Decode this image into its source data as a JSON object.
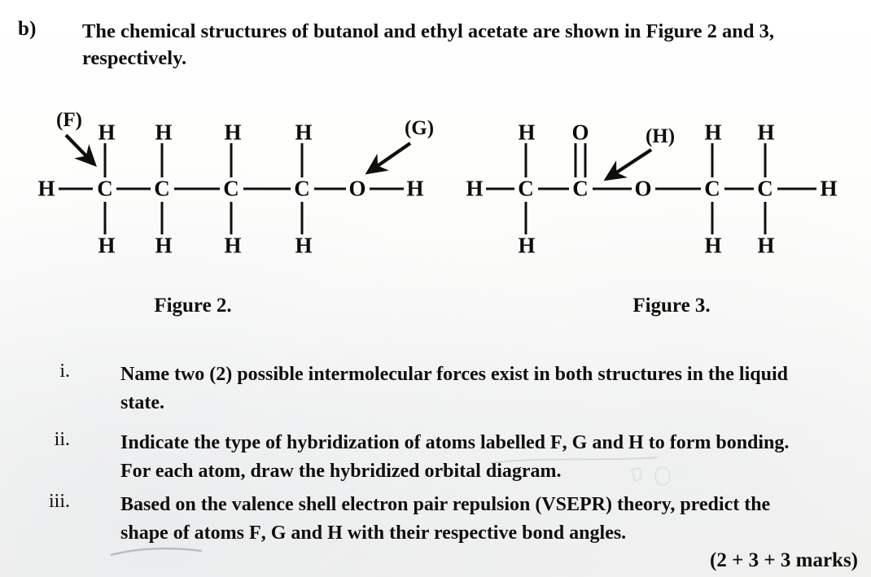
{
  "question": {
    "letter": "b)",
    "intro_line1": "The chemical structures of butanol and ethyl acetate are shown in Figure 2 and 3,",
    "intro_line2": "respectively."
  },
  "figures": [
    {
      "id": "figure-2",
      "caption": "Figure 2.",
      "molecule": "butanol",
      "chain": [
        "H",
        "C",
        "C",
        "C",
        "C",
        "O",
        "H"
      ],
      "top_substituents": [
        "H",
        "H",
        "H",
        "H"
      ],
      "bottom_substituents": [
        "H",
        "H",
        "H",
        "H"
      ],
      "annotations": [
        {
          "label": "(F)",
          "points_to": "first-carbon"
        },
        {
          "label": "(G)",
          "points_to": "hydroxyl-oxygen"
        }
      ]
    },
    {
      "id": "figure-3",
      "caption": "Figure 3.",
      "molecule": "ethyl acetate",
      "chain": [
        "H",
        "C",
        "C",
        "O",
        "C",
        "C",
        "H"
      ],
      "carbonyl_oxygen": "O",
      "top_substituents": [
        "H",
        "H",
        "H"
      ],
      "bottom_substituents": [
        "H",
        "H",
        "H"
      ],
      "annotations": [
        {
          "label": "(H)",
          "points_to": "carbonyl-carbon"
        }
      ]
    }
  ],
  "sub_questions": [
    {
      "numeral": "i.",
      "lines": [
        "Name two (2) possible intermolecular forces exist in both structures in the liquid",
        "state."
      ]
    },
    {
      "numeral": "ii.",
      "lines": [
        "Indicate the type of hybridization of atoms labelled F, G and H to form bonding.",
        "For each atom, draw the hybridized orbital diagram."
      ]
    },
    {
      "numeral": "iii.",
      "lines": [
        "Based on the valence shell electron pair repulsion (VSEPR) theory, predict the",
        "shape of atoms F, G and H with their respective bond angles."
      ]
    }
  ],
  "marks": "(2 + 3 + 3 marks)",
  "colors": {
    "ink": "#100f0d",
    "paper": "#fdfdfb"
  }
}
